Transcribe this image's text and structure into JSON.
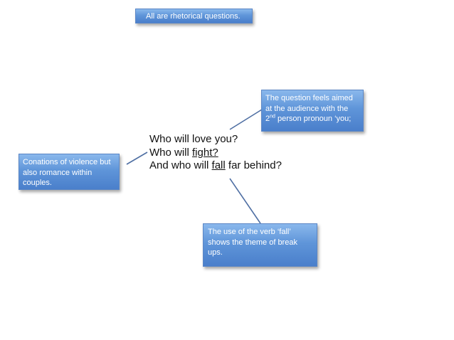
{
  "notes": {
    "top": "All are rhetorical questions.",
    "right": {
      "line1": "The question feels aimed",
      "line2": "at the audience with the",
      "ord_num": "2",
      "ord_suffix": "nd",
      "line3_rest": " person pronoun ‘you;"
    },
    "left": "Conations of violence but also romance within couples.",
    "bottom": "The use of the verb ‘fall’ shows the theme of break ups."
  },
  "lyrics": {
    "line1": "Who will love you?",
    "line2_pre": "Who will ",
    "line2_underlined": "fight?",
    "line3_pre": "And who will ",
    "line3_underlined": "fall",
    "line3_post": " far behind?"
  },
  "colors": {
    "box_light": "#8ab8ec",
    "box_dark": "#4a7fcb",
    "connector": "#4f6fa3",
    "text": "#111111"
  }
}
